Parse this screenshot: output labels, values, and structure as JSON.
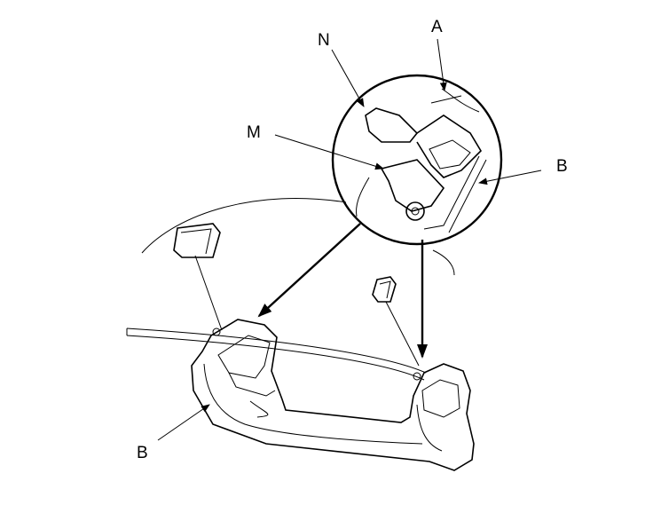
{
  "callouts": {
    "n": "N",
    "a": "A",
    "m": "M",
    "b_detail": "B",
    "b_handle": "B"
  }
}
